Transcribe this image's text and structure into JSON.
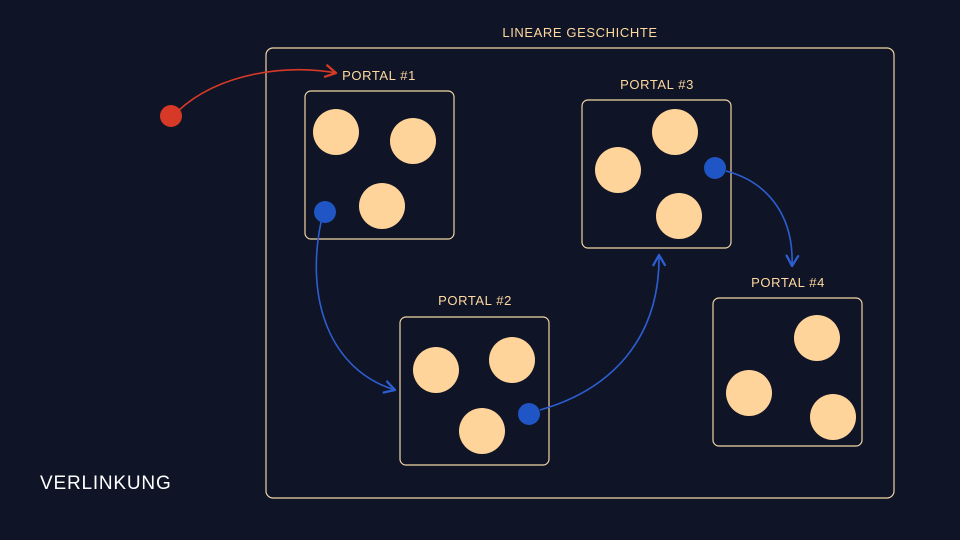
{
  "diagram": {
    "container_label": "LINEARE GESCHICHTE",
    "footer_label": "VERLINKUNG",
    "portals": [
      {
        "label": "PORTAL #1"
      },
      {
        "label": "PORTAL #2"
      },
      {
        "label": "PORTAL #3"
      },
      {
        "label": "PORTAL #4"
      }
    ]
  },
  "colors": {
    "background": "#0f1426",
    "frame": "#f2d6a6",
    "label": "#ffd9a0",
    "content_dot": "#ffd49a",
    "link_dot": "#1f55c4",
    "link_line": "#2d5ed1",
    "entry_dot": "#d63a26",
    "entry_line": "#d63a26"
  }
}
